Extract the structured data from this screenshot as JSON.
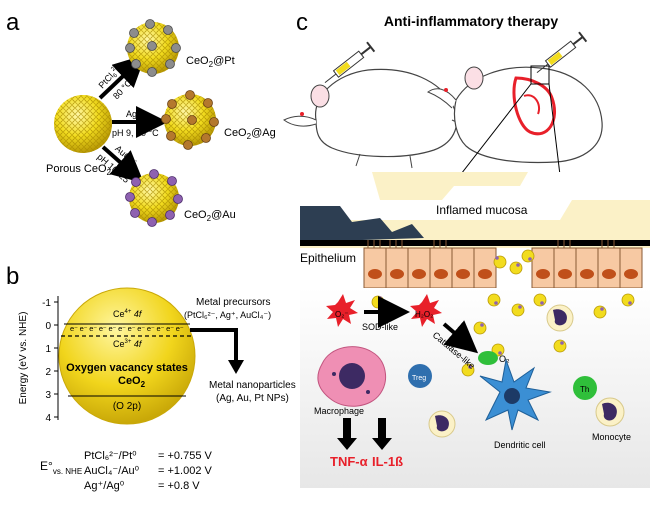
{
  "panels": {
    "a": {
      "letter": "a",
      "porous_label": "Porous CeO",
      "porous_sub": "2",
      "arrow_pt_reagent": "PtCl",
      "arrow_pt_sub": "6",
      "arrow_pt_sup": "2-",
      "arrow_pt_temp": "80 °C",
      "arrow_ag_reagent": "Ag",
      "arrow_ag_sup": "+",
      "arrow_ag_cond": "pH 9, 50 °C",
      "arrow_au_reagent": "AuCl",
      "arrow_au_sub": "4",
      "arrow_au_sup": "-",
      "arrow_au_cond": "pH 10, 25 °C",
      "product_pt": "CeO",
      "product_pt_sub": "2",
      "product_pt_tail": "@Pt",
      "product_ag": "CeO",
      "product_ag_sub": "2",
      "product_ag_tail": "@Ag",
      "product_au": "CeO",
      "product_au_sub": "2",
      "product_au_tail": "@Au"
    },
    "b": {
      "letter": "b",
      "ylabel": "Energy (eV vs. NHE)",
      "yticks": [
        "-1",
        "0",
        "1",
        "2",
        "3",
        "4"
      ],
      "ce4_label": "Ce",
      "ce4_sup": "4+",
      "ce4_orb": " 4f",
      "ce3_label": "Ce",
      "ce3_sup": "3+",
      "ce3_orb": " 4f",
      "electrons": "e⁻ e⁻ e⁻ e⁻ e⁻ e⁻ e⁻ e⁻ e⁻ e⁻ e⁻ e⁻",
      "ovs_title": "Oxygen vacancy states",
      "ovs_material": "CeO",
      "ovs_material_sub": "2",
      "o2p_label": "(O 2p)",
      "precursors_title": "Metal precursors",
      "precursors_list": "(PtCl₆²⁻, Ag⁺, AuCl₄⁻)",
      "nanoparticles_title": "Metal nanoparticles",
      "nanoparticles_list": "(Ag, Au, Pt NPs)",
      "e0_symbol": "E°",
      "e0_sub": "vs. NHE",
      "potentials": [
        {
          "couple": "PtCl₆²⁻/Pt⁰",
          "value": "= +0.755 V"
        },
        {
          "couple": "AuCl₄⁻/Au⁰",
          "value": "= +1.002 V"
        },
        {
          "couple": "Ag⁺/Ag⁰",
          "value": "= +0.8 V"
        }
      ]
    },
    "c": {
      "letter": "c",
      "title": "Anti-inflammatory therapy",
      "inflamed_mucosa": "Inflamed mucosa",
      "epithelium": "Epithelium",
      "o2_radical": "O₂⁻",
      "h2o2": "H₂O₂",
      "sod_like": "SOD-like",
      "catalase_like": "Catalase-like",
      "o2_product": "O₂",
      "treg": "Treg",
      "th": "Th",
      "macrophage": "Macrophage",
      "dendritic_cell": "Dendritic cell",
      "monocyte": "Monocyte",
      "tnf": "TNF-α",
      "il1b": "IL-1ß"
    }
  },
  "colors": {
    "ceria_yellow": "#f2dc1e",
    "ceria_dark": "#b99a05",
    "pt_gray": "#8c8c8c",
    "ag_brown": "#b4782d",
    "au_purple": "#8e61b0",
    "ros_red": "#e8202a",
    "o2_green": "#2fbf3a",
    "cytokine_red": "#e8202a",
    "mucosa_dark": "#2d3e52",
    "epithelium_cell": "#f7c9a3",
    "nucleus": "#c0501a",
    "macrophage_pink": "#ef8fb4",
    "dendritic_blue": "#3b8fd4",
    "treg_blue": "#2f6fae"
  }
}
